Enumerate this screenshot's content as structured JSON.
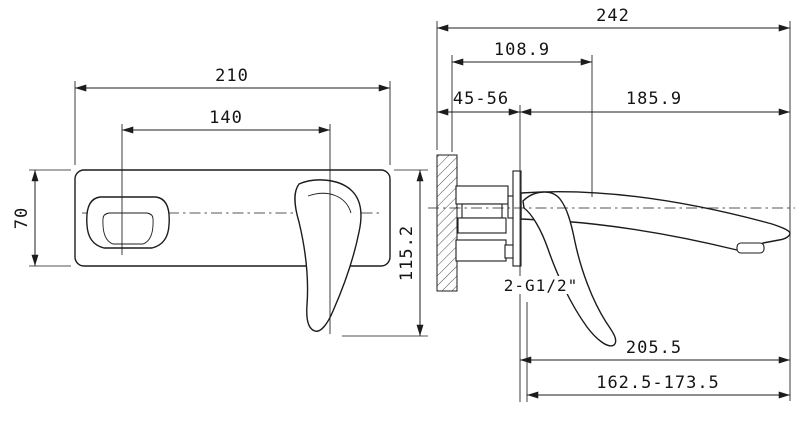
{
  "drawing": {
    "front_view": {
      "plate_width": "210",
      "centers_spacing": "140",
      "plate_height": "70",
      "overall_height": "115.2"
    },
    "side_view": {
      "overall_depth": "242",
      "in_wall_depth": "108.9",
      "wall_thickness_range": "45-56",
      "spout_reach": "185.9",
      "thread_label": "2-G1/2\"",
      "spout_length": "205.5",
      "projection_range": "162.5-173.5"
    }
  }
}
